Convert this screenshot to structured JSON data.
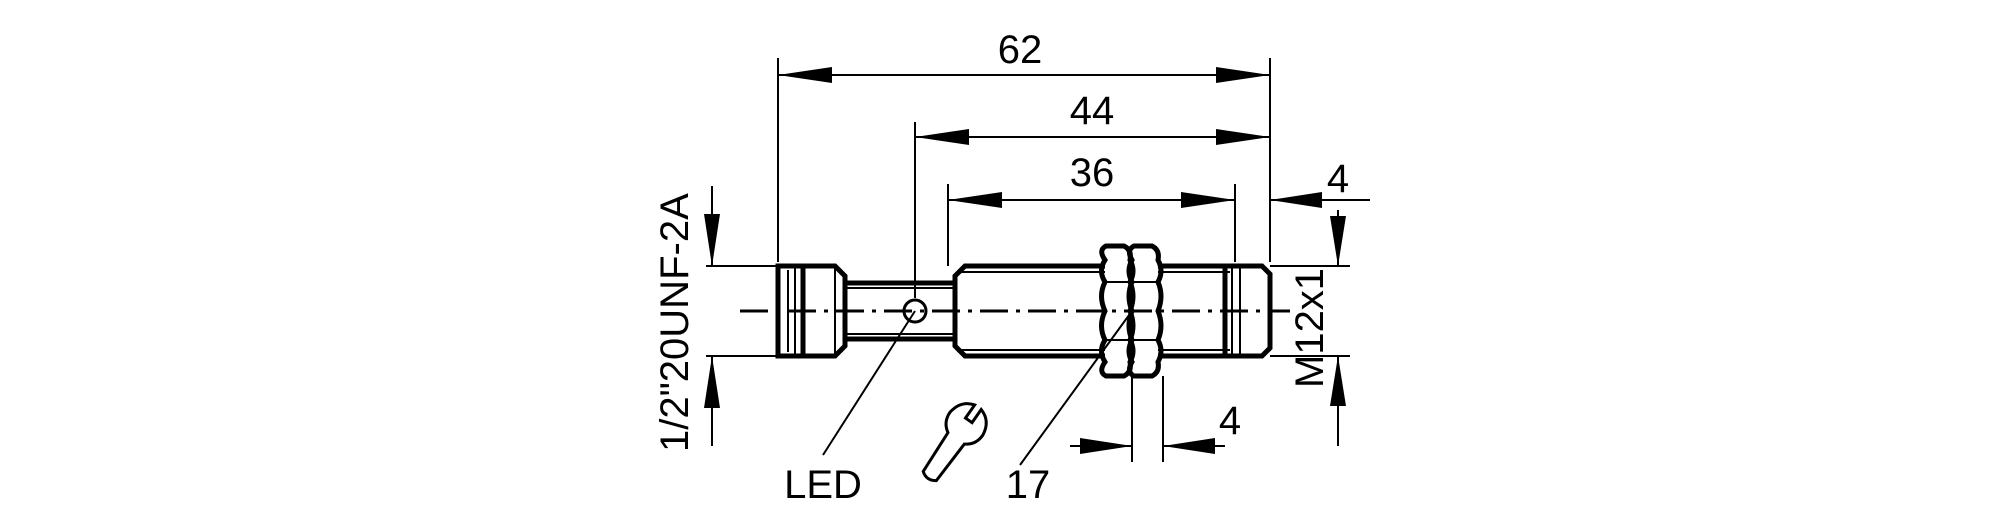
{
  "dimensions": {
    "overall_length": "62",
    "thread_length": "44",
    "body_length": "36",
    "thread_end_offset": "4",
    "nut_thickness": "4"
  },
  "labels": {
    "connector_thread": "1/2\"20UNF-2A",
    "housing_thread": "M12x1",
    "led": "LED",
    "wrench_size": "17"
  },
  "icons": {
    "wrench": "wrench-icon"
  }
}
